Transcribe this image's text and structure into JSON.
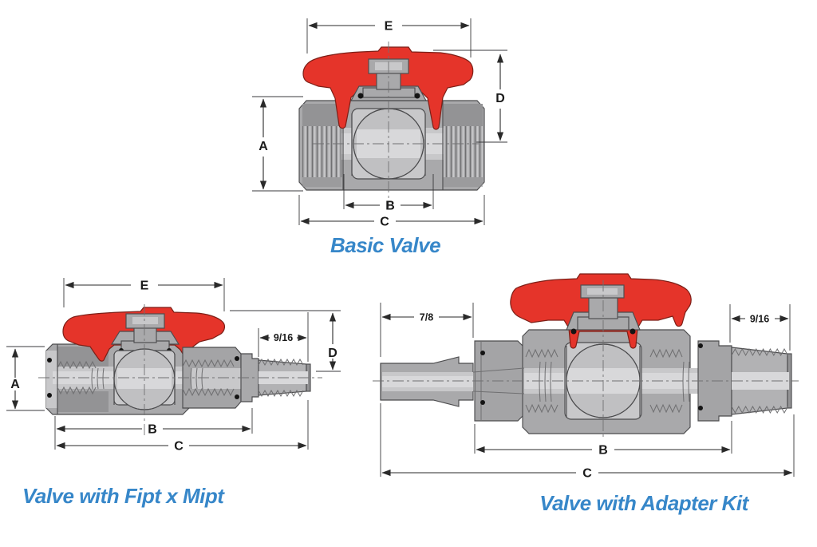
{
  "canvas": {
    "background": "#ffffff"
  },
  "colors": {
    "handle_red": "#e5342a",
    "handle_red_edge": "#7c1f17",
    "body_gray": "#a9a9ab",
    "body_gray_dark": "#939395",
    "body_gray_light": "#c8c8ca",
    "body_gray_lighter": "#d8d8da",
    "outline": "#4c4c4e",
    "thread_line": "#6f6f71",
    "dim_line": "#2a2a2a",
    "dim_text": "#1a1a1a",
    "caption_blue": "#3787c9",
    "oring_black": "#141414",
    "centerline": "#707072"
  },
  "figures": {
    "basic": {
      "caption": "Basic Valve",
      "dim_a": "A",
      "dim_b": "B",
      "dim_c": "C",
      "dim_d": "D",
      "dim_e": "E"
    },
    "fipt_mipt": {
      "caption": "Valve with Fipt x Mipt",
      "dim_a": "A",
      "dim_b": "B",
      "dim_c": "C",
      "dim_d": "D",
      "dim_e": "E",
      "dim_thread": "9/16"
    },
    "adapter_kit": {
      "caption": "Valve with Adapter Kit",
      "dim_b": "B",
      "dim_c": "C",
      "dim_left": "7/8",
      "dim_right": "9/16"
    }
  }
}
